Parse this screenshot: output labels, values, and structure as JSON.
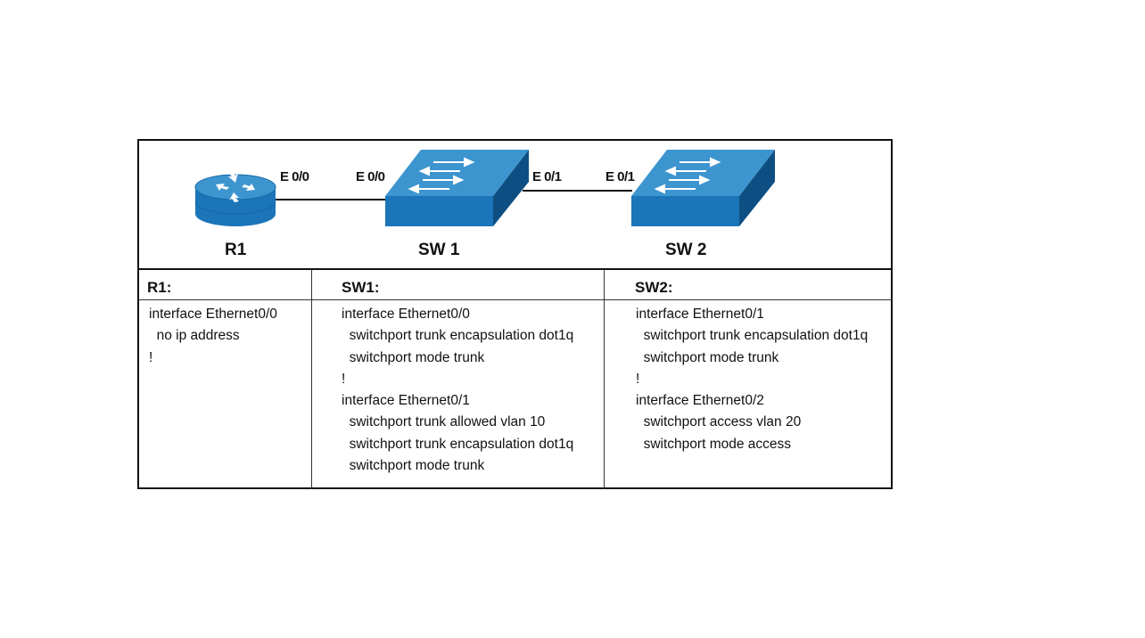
{
  "diagram": {
    "devices": {
      "r1": {
        "label": "R1"
      },
      "sw1": {
        "label": "SW 1"
      },
      "sw2": {
        "label": "SW 2"
      }
    },
    "ports": {
      "r1_port": "E 0/0",
      "sw1_left_port": "E 0/0",
      "sw1_right_port": "E 0/1",
      "sw2_port": "E 0/1"
    },
    "colors": {
      "device_blue": "#1b75b8",
      "device_dark": "#0e4f83",
      "device_light": "#3d95cf"
    }
  },
  "configs": {
    "r1": {
      "title": "R1:",
      "lines": [
        "interface Ethernet0/0",
        "  no ip address",
        "!"
      ]
    },
    "sw1": {
      "title": "SW1:",
      "lines": [
        "interface Ethernet0/0",
        "  switchport trunk encapsulation dot1q",
        "  switchport mode trunk",
        "!",
        "interface Ethernet0/1",
        "  switchport trunk allowed vlan 10",
        "  switchport trunk encapsulation dot1q",
        "  switchport mode trunk"
      ]
    },
    "sw2": {
      "title": "SW2:",
      "lines": [
        "interface Ethernet0/1",
        "  switchport trunk encapsulation dot1q",
        "  switchport mode trunk",
        "!",
        "interface Ethernet0/2",
        "  switchport access vlan 20",
        "  switchport mode access"
      ]
    }
  }
}
